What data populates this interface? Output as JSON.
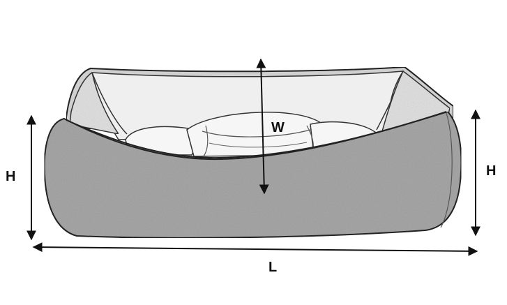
{
  "labels": {
    "height_left": "H",
    "height_right": "H",
    "width": "W",
    "length": "L"
  },
  "colors": {
    "background": "#ffffff",
    "bed_body": "#a9a9a9",
    "bed_inner": "#ececec",
    "cushion": "#f4f4f4",
    "outline": "#222222",
    "arrow": "#111111"
  }
}
